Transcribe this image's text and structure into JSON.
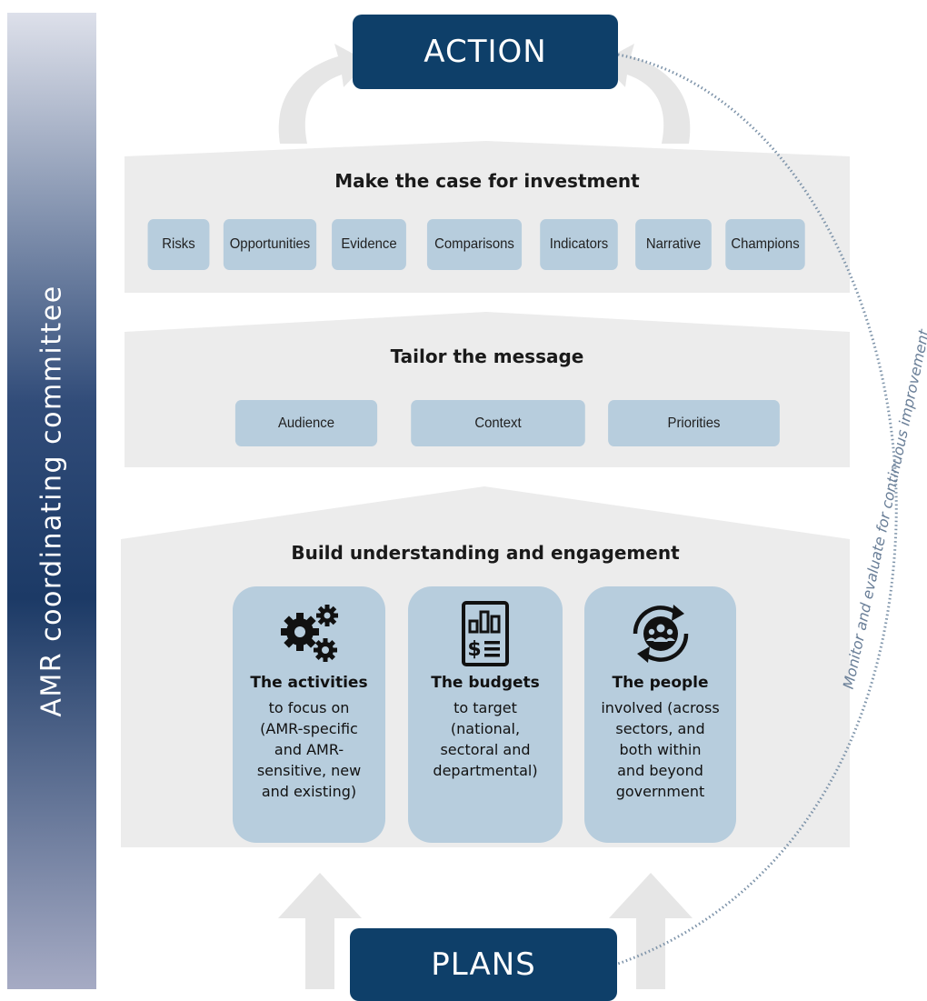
{
  "sidebar": {
    "label": "AMR coordinating committee"
  },
  "top_box": {
    "label": "ACTION"
  },
  "bottom_box": {
    "label": "PLANS"
  },
  "cycle_note": "Monitor and evaluate for continuous improvement",
  "tiers": {
    "investment": {
      "heading": "Make the case for investment",
      "items": [
        "Risks",
        "Opportunities",
        "Evidence",
        "Comparisons",
        "Indicators",
        "Narrative",
        "Champions"
      ]
    },
    "message": {
      "heading": "Tailor the message",
      "items": [
        "Audience",
        "Context",
        "Priorities"
      ]
    },
    "understanding": {
      "heading": "Build understanding and engagement",
      "cards": [
        {
          "icon": "gears-icon",
          "title": "The activities",
          "body": "to focus on\n(AMR-specific\nand AMR-\nsensitive, new\nand existing)"
        },
        {
          "icon": "budget-document-icon",
          "title": "The budgets",
          "body": "to target\n(national,\nsectoral and\ndepartmental)"
        },
        {
          "icon": "people-cycle-icon",
          "title": "The people",
          "body": "involved (across\nsectors, and\nboth within\nand beyond\ngovernment"
        }
      ]
    }
  },
  "colors": {
    "navy": "#0e3f69",
    "panel": "#ececec",
    "pill": "#b7cddd",
    "arrow": "#e6e6e6",
    "dots": "#7d93a9"
  }
}
